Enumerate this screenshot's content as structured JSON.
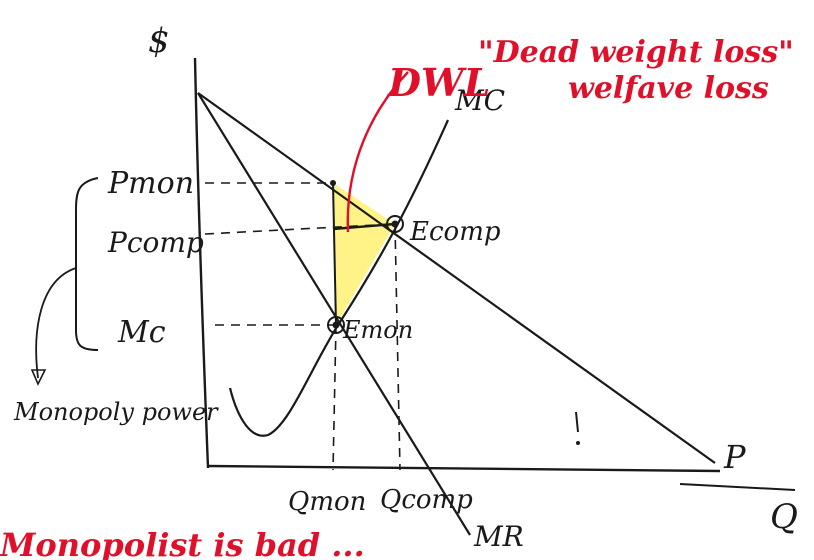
{
  "axes": {
    "y_label": "$",
    "x_label": "Q"
  },
  "curves": {
    "mc": "MC",
    "demand": "P",
    "mr": "MR"
  },
  "price_labels": {
    "p_mon": "Pmon",
    "p_comp": "Pcomp",
    "mc": "Mc"
  },
  "quantity_labels": {
    "q_mon": "Qmon",
    "q_comp": "Qcomp"
  },
  "points": {
    "e_comp": "Ecomp",
    "e_mon": "Emon"
  },
  "annotation": {
    "dwl": "DWL",
    "dead_weight_loss": "\"Dead weight loss\"",
    "welfare_loss": "welfave loss"
  },
  "bracket_label": "Monopoly power",
  "footer_text": "Monopolist is bad ...",
  "colors": {
    "ink": "#1a1a1a",
    "red": "#e0102a",
    "dwl_fill": "#fff27a"
  }
}
